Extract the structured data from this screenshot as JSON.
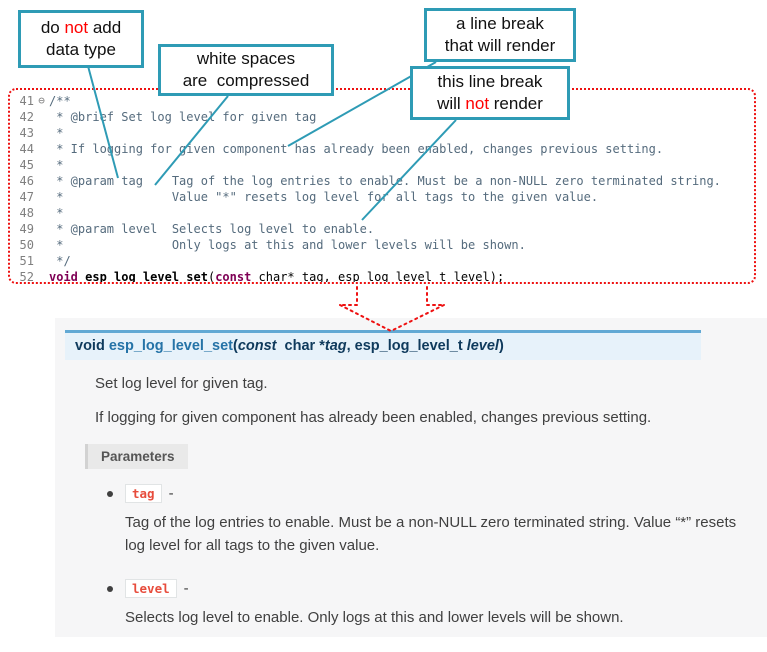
{
  "callouts": {
    "no_datatype": {
      "l1a": "do ",
      "l1b": "not",
      "l1c": " add",
      "l2": "data type"
    },
    "whitespace": {
      "l1": "white spaces",
      "l2": "are  compressed"
    },
    "break_render": {
      "l1": "a line break",
      "l2": "that will render"
    },
    "break_norender": {
      "l1": "this line break",
      "l2a": "will ",
      "l2b": "not",
      "l2c": " render"
    }
  },
  "editor": {
    "fold_icon": "⊖",
    "lines": [
      {
        "num": "41",
        "text": "/**"
      },
      {
        "num": "42",
        "text": " * @brief Set log level for given tag"
      },
      {
        "num": "43",
        "text": " *"
      },
      {
        "num": "44",
        "text": " * If logging for given component has already been enabled, changes previous setting."
      },
      {
        "num": "45",
        "text": " *"
      },
      {
        "num": "46",
        "text": " * @param tag    Tag of the log entries to enable. Must be a non-NULL zero terminated string."
      },
      {
        "num": "47",
        "text": " *               Value \"*\" resets log level for all tags to the given value."
      },
      {
        "num": "48",
        "text": " *"
      },
      {
        "num": "49",
        "text": " * @param level  Selects log level to enable."
      },
      {
        "num": "50",
        "text": " *               Only logs at this and lower levels will be shown."
      },
      {
        "num": "51",
        "text": " */"
      }
    ],
    "line52": {
      "num": "52",
      "kw1": "void ",
      "name": "esp_log_level_set",
      "p1": "(",
      "kw2": "const",
      "rest": " char* tag, esp_log_level_t level);"
    }
  },
  "docs": {
    "signature": {
      "ret": "void ",
      "name": "esp_log_level_set",
      "open": "(",
      "const_kw": "const",
      "type1": "  char *",
      "arg1": "tag",
      "comma": ", ",
      "type2": "esp_log_level_t ",
      "arg2": "level",
      "close": ")"
    },
    "brief": "Set log level for given tag.",
    "description": "If logging for given component has already been enabled, changes previous setting.",
    "parameters_label": "Parameters",
    "params": [
      {
        "name": "tag",
        "dash": "-",
        "desc": "Tag of the log entries to enable. Must be a non-NULL zero terminated string. Value “*” resets log level for all tags to the given value."
      },
      {
        "name": "level",
        "dash": "-",
        "desc": "Selects log level to enable. Only logs at this and lower levels will be shown."
      }
    ]
  },
  "colors": {
    "callout_border": "#2e9bb5",
    "annotation_red": "#ee1111",
    "keyword_purple": "#7f0055",
    "comment_slate": "#556b7d",
    "signature_bg": "#e7f2fa",
    "signature_border": "#62a9d4",
    "literal_red": "#e74c3c",
    "docs_bg": "#f6f6f7"
  }
}
